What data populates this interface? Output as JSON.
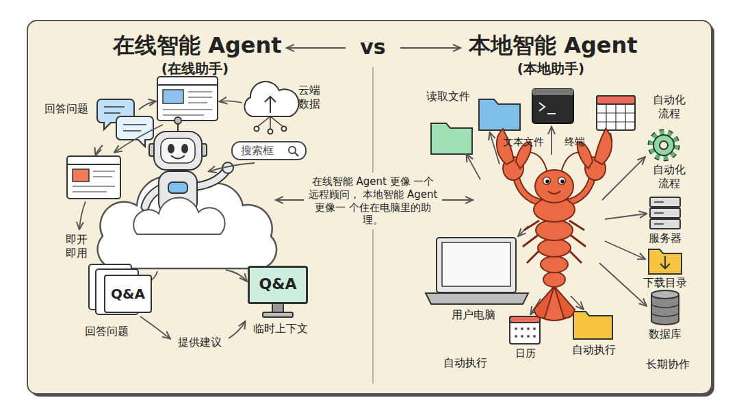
{
  "diagram": {
    "nodes": [
      {
        "text": [
          "搜索框"
        ]
      },
      {
        "text": [
          "Q&A"
        ]
      },
      {
        "text": [
          "Q&A"
        ]
      }
    ],
    "labels": [
      "在线智能 Agent",
      "(在线助手)",
      "vs",
      "本地智能 Agent",
      "(本地助手)",
      "回答问题",
      "云端 数据",
      "即开 即用",
      "回答问题",
      "提供建议",
      "临时上下文",
      "在线智能 Agent 更像 一个远程顾问， 本地智能 Agent 更像一 个住在电脑里的助理。",
      "读取文件",
      "文本文件",
      "终端",
      "自动化 流程",
      "自动化 流程",
      "服务器",
      "下载目录",
      "数据库",
      "用户电脑",
      "日历",
      "自动执行",
      "自动执行",
      "长期协作"
    ]
  }
}
